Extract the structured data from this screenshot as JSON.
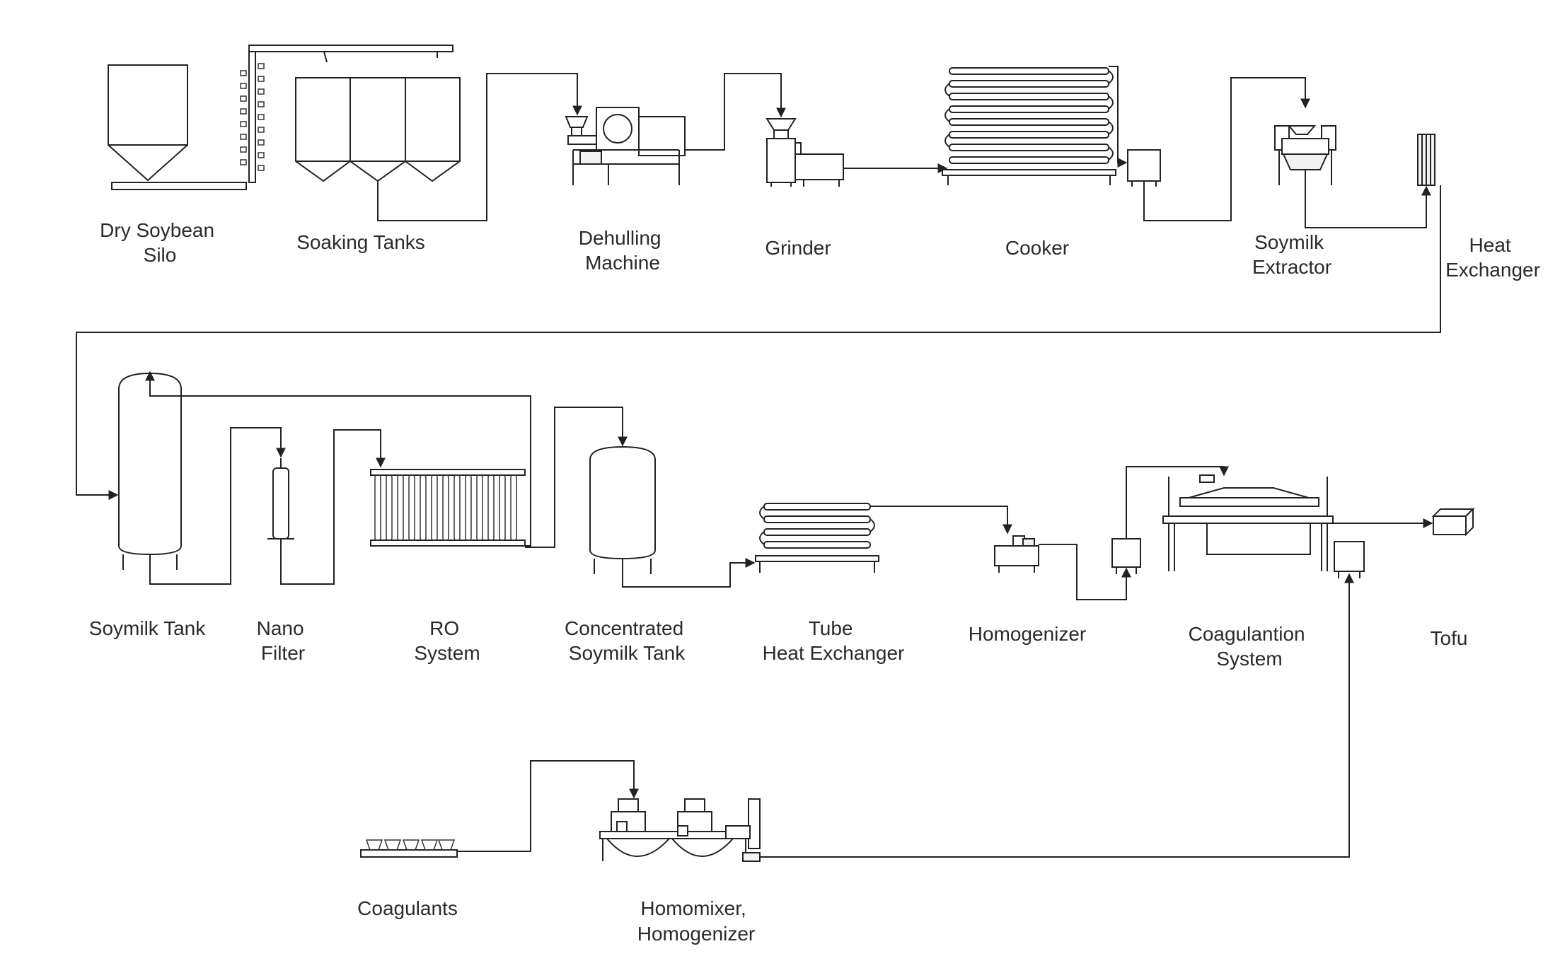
{
  "labels": {
    "silo": [
      "Dry Soybean",
      "Silo"
    ],
    "soaking": [
      "Soaking Tanks"
    ],
    "dehulling": [
      "Dehulling",
      "Machine"
    ],
    "grinder": [
      "Grinder"
    ],
    "cooker": [
      "Cooker"
    ],
    "extractor": [
      "Soymilk",
      "Extractor"
    ],
    "heat_exchanger": [
      "Heat",
      "Exchanger"
    ],
    "soymilk_tank": [
      "Soymilk Tank"
    ],
    "nano_filter": [
      "Nano",
      "Filter"
    ],
    "ro_system": [
      "RO",
      "System"
    ],
    "concentrated_tank": [
      "Concentrated",
      "Soymilk Tank"
    ],
    "tube_heat_exchanger": [
      "Tube",
      "Heat Exchanger"
    ],
    "homogenizer": [
      "Homogenizer"
    ],
    "coagulation_system": [
      "Coagulantion",
      "System"
    ],
    "tofu": [
      "Tofu"
    ],
    "coagulants": [
      "Coagulants"
    ],
    "homomixer": [
      "Homomixer,",
      "Homogenizer"
    ]
  },
  "colors": {
    "line": "#222222",
    "text": "#2a2a2a",
    "background": "#ffffff"
  }
}
